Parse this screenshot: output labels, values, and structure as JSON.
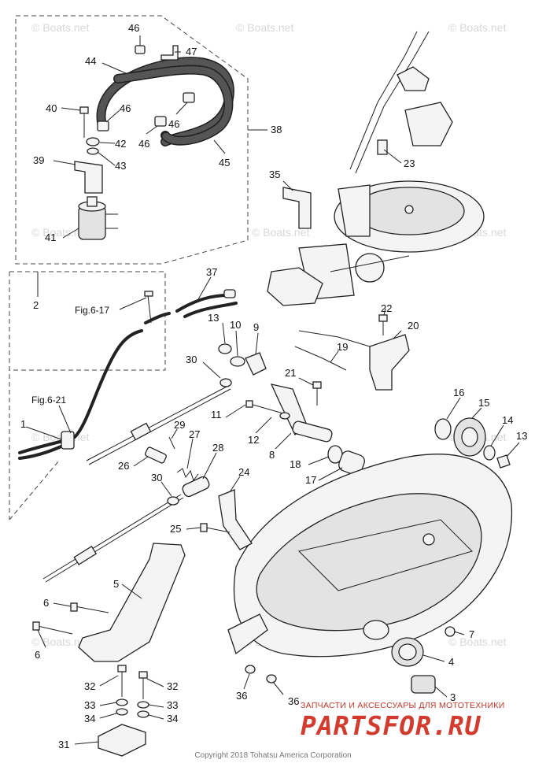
{
  "diagram": {
    "parts": {
      "p1": "1",
      "p2": "2",
      "p3": "3",
      "p4": "4",
      "p5": "5",
      "p6a": "6",
      "p6b": "6",
      "p7": "7",
      "p8": "8",
      "p9": "9",
      "p10": "10",
      "p11": "11",
      "p12": "12",
      "p13a": "13",
      "p13b": "13",
      "p14": "14",
      "p15": "15",
      "p16": "16",
      "p17": "17",
      "p18": "18",
      "p19": "19",
      "p20": "20",
      "p21": "21",
      "p22": "22",
      "p23": "23",
      "p24": "24",
      "p25": "25",
      "p26": "26",
      "p27": "27",
      "p28": "28",
      "p29": "29",
      "p30a": "30",
      "p30b": "30",
      "p31": "31",
      "p32a": "32",
      "p32b": "32",
      "p33a": "33",
      "p33b": "33",
      "p34a": "34",
      "p34b": "34",
      "p35": "35",
      "p36a": "36",
      "p36b": "36",
      "p37": "37",
      "p38": "38",
      "p39": "39",
      "p40": "40",
      "p41": "41",
      "p42": "42",
      "p43": "43",
      "p44": "44",
      "p45": "45",
      "p46a": "46",
      "p46b": "46",
      "p46c": "46",
      "p46d": "46",
      "p47": "47"
    },
    "refs": {
      "fig617": "Fig.6-17",
      "fig621": "Fig.6-21"
    },
    "watermark": "© Boats.net"
  },
  "brand": {
    "tagline": "ЗАПЧАСТИ И АКСЕССУАРЫ ДЛЯ МОТОТЕХНИКИ",
    "logo": "PARTSFOR.RU"
  },
  "copyright": "Copyright 2018 Tohatsu America Corporation"
}
